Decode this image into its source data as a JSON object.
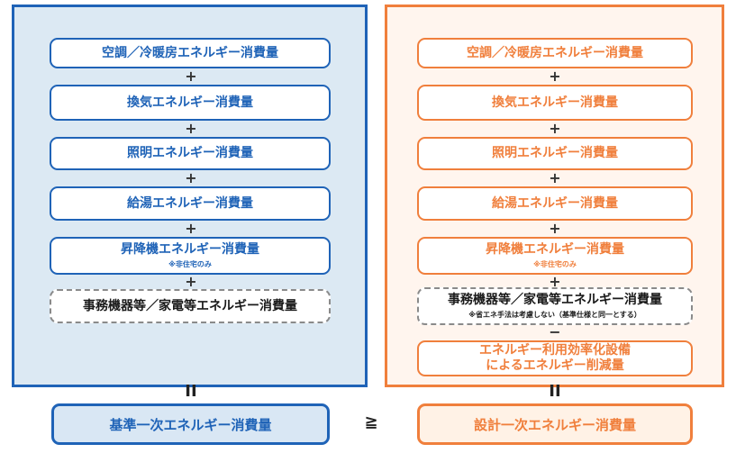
{
  "left": {
    "items": [
      "空調／冷暖房エネルギー消費量",
      "換気エネルギー消費量",
      "照明エネルギー消費量",
      "給湯エネルギー消費量",
      "昇降機エネルギー消費量",
      "事務機器等／家電等エネルギー消費量"
    ],
    "note_elevator": "※非住宅のみ",
    "result": "基準一次エネルギー消費量"
  },
  "right": {
    "items": [
      "空調／冷暖房エネルギー消費量",
      "換気エネルギー消費量",
      "照明エネルギー消費量",
      "給湯エネルギー消費量",
      "昇降機エネルギー消費量",
      "事務機器等／家電等エネルギー消費量"
    ],
    "note_elevator": "※非住宅のみ",
    "note_office": "※省エネ手法は考慮しない（基準仕様と同一とする）",
    "reduction_line1": "エネルギー利用効率化設備",
    "reduction_line2": "によるエネルギー削減量",
    "result": "設計一次エネルギー消費量"
  },
  "operators": {
    "plus": "+",
    "minus": "−",
    "equals": "II",
    "geq": "≧"
  },
  "colors": {
    "blue": "#1f63b7",
    "orange": "#f07f3c",
    "left_panel_bg": "#dce9f3",
    "right_panel_bg": "#fff5ee",
    "dashed_gray": "#8a8a8a"
  }
}
